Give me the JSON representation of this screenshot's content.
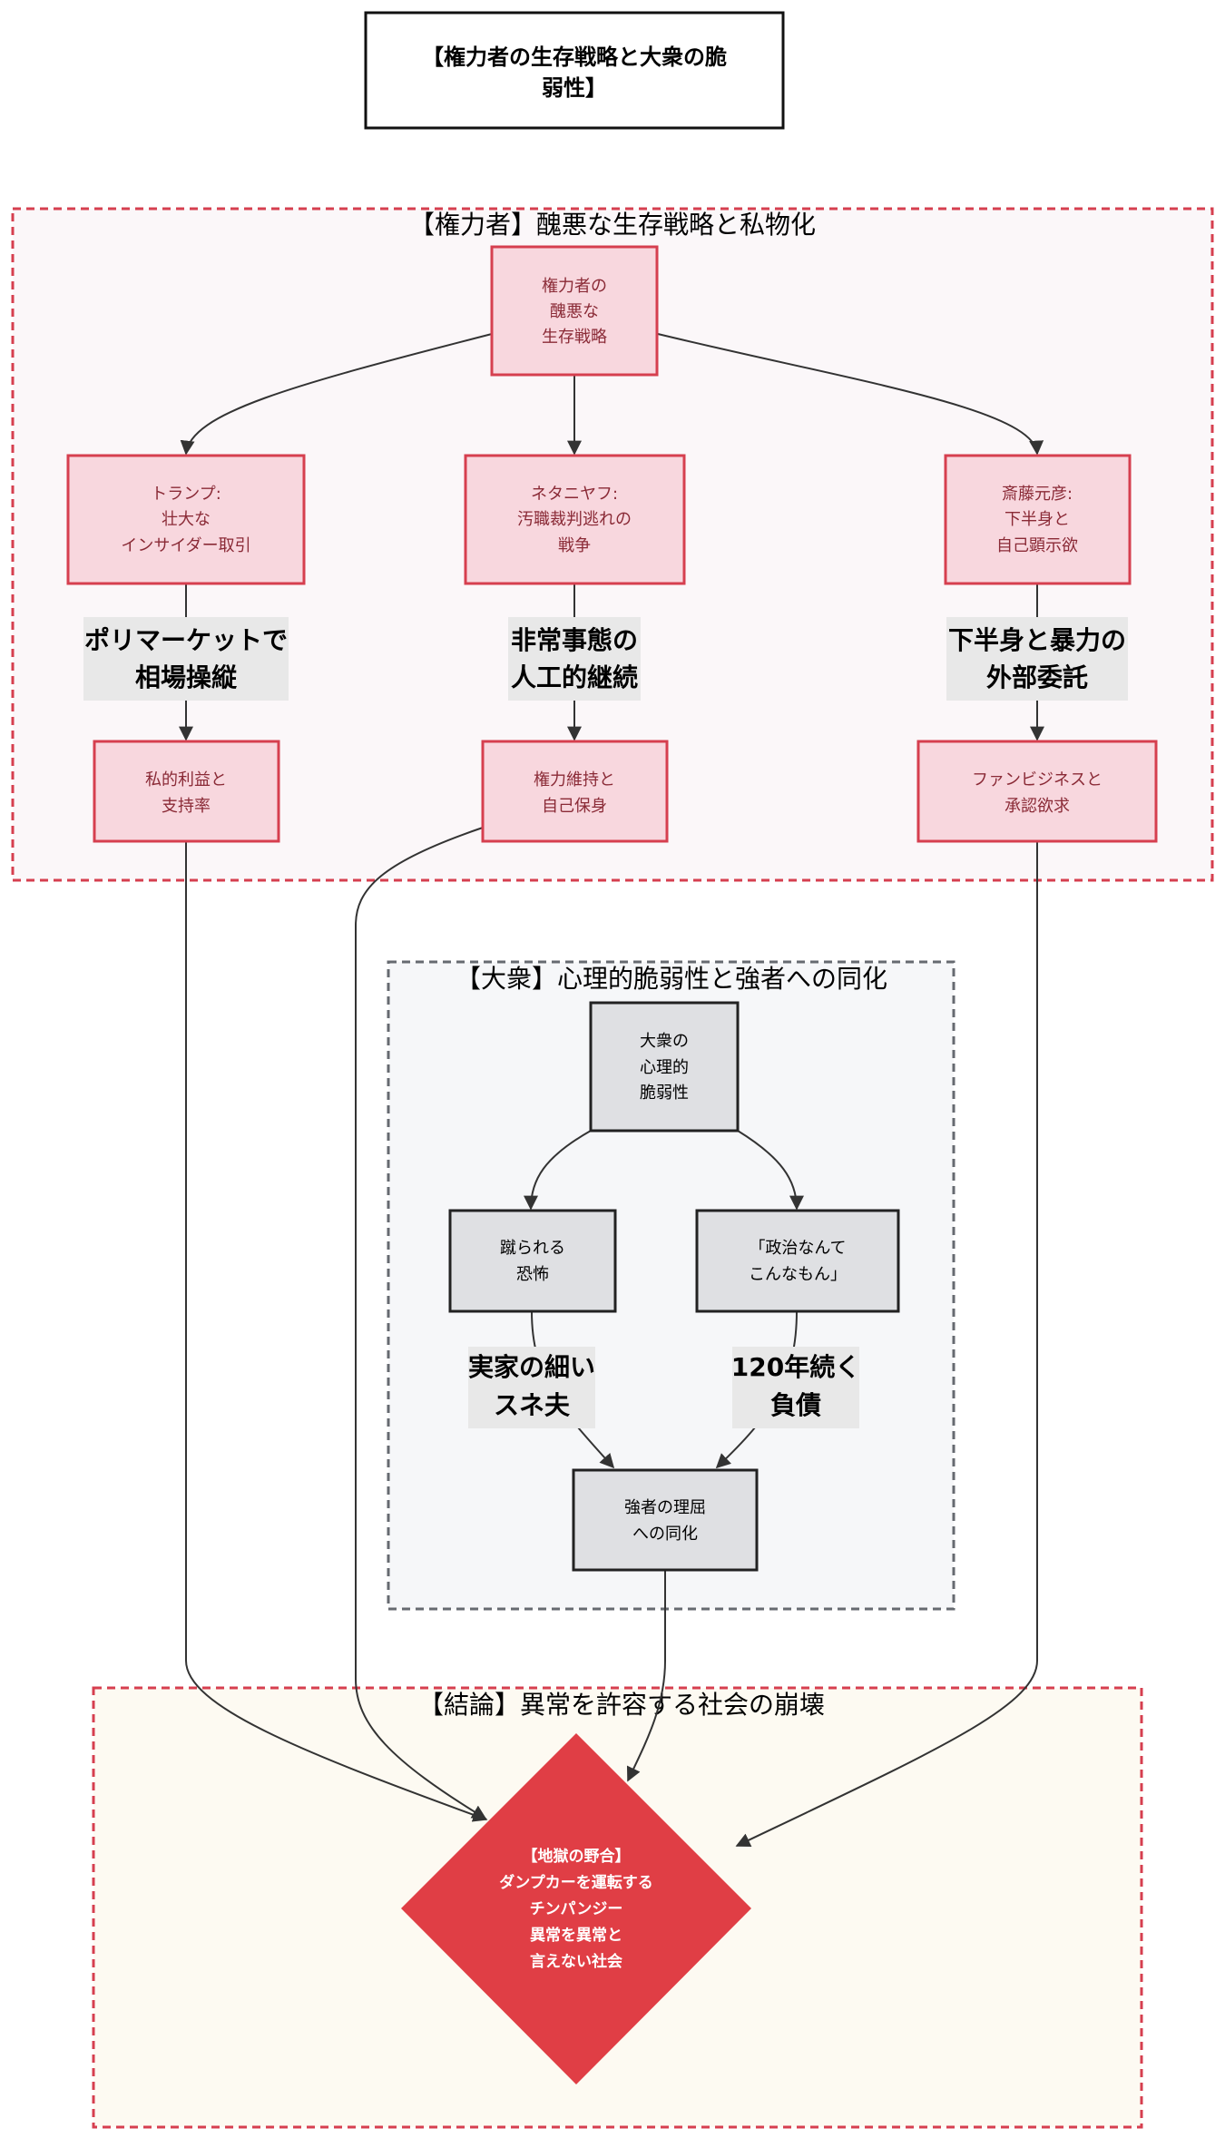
{
  "title": [
    "【権力者の生存戦略と大衆の脆",
    "弱性】"
  ],
  "groups": {
    "elites": {
      "label": "【権力者】醜悪な生存戦略と私物化"
    },
    "masses": {
      "label": "【大衆】心理的脆弱性と強者への同化"
    },
    "conclusion": {
      "label": "【結論】異常を許容する社会の崩壊"
    }
  },
  "nodes": {
    "elite_strategy": {
      "lines": [
        "権力者の",
        "醜悪な",
        "生存戦略"
      ]
    },
    "trump": {
      "lines": [
        "トランプ:",
        "壮大な",
        "インサイダー取引"
      ]
    },
    "netanyahu": {
      "lines": [
        "ネタニヤフ:",
        "汚職裁判逃れの",
        "戦争"
      ]
    },
    "saito": {
      "lines": [
        "斎藤元彦:",
        "下半身と",
        "自己顕示欲"
      ]
    },
    "private_profit": {
      "lines": [
        "私的利益と",
        "支持率"
      ]
    },
    "power_keep": {
      "lines": [
        "権力維持と",
        "自己保身"
      ]
    },
    "fan_business": {
      "lines": [
        "ファンビジネスと",
        "承認欲求"
      ]
    },
    "mass_psych": {
      "lines": [
        "大衆の",
        "心理的",
        "脆弱性"
      ]
    },
    "fear": {
      "lines": [
        "蹴られる",
        "恐怖"
      ]
    },
    "politics_resign": {
      "lines": [
        "「政治なんて",
        "こんなもん」"
      ]
    },
    "assimilation": {
      "lines": [
        "強者の理屈",
        "への同化"
      ]
    },
    "hell": {
      "lines": [
        "【地獄の野合】",
        "ダンプカーを運転する",
        "チンパンジー",
        "異常を異常と",
        "言えない社会"
      ]
    }
  },
  "edge_labels": {
    "trump_profit": [
      "ポリマーケットで",
      "相場操縦"
    ],
    "netanyahu_power": [
      "非常事態の",
      "人工的継続"
    ],
    "saito_fan": [
      "下半身と暴力の",
      "外部委託"
    ],
    "fear_assim": [
      "実家の細い",
      "スネ夫"
    ],
    "politics_assim": [
      "120年続く",
      "負債"
    ]
  },
  "colors": {
    "elite_fill": "#f8d7de",
    "elite_stroke": "#d63f4f",
    "elite_text": "#8a2a36",
    "mass_fill": "#dfe0e3",
    "mass_stroke": "#222222",
    "hell_fill": "#e03e45",
    "elite_group_bg": "#fbf7f9",
    "mass_group_bg": "#f6f7f9",
    "conclusion_group_bg": "#fdfaf2",
    "group_red_border": "#d63f4f",
    "group_gray_border": "#666a70",
    "edge_label_bg": "#e8e8e8",
    "edge": "#333333"
  }
}
